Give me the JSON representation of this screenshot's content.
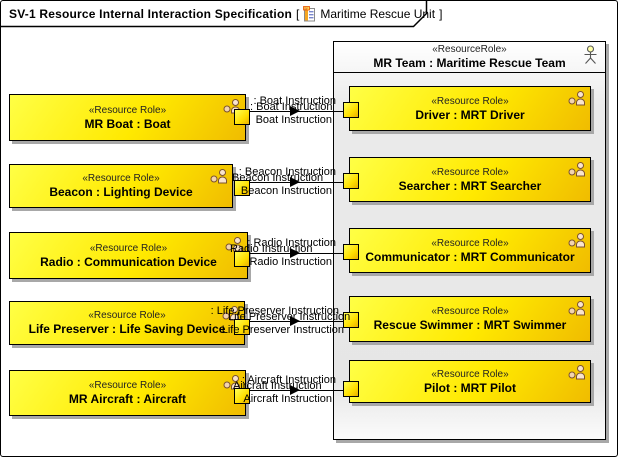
{
  "title": {
    "bold": "SV-1 Resource Internal Interaction Specification",
    "bracket_open": "[",
    "context": "Maritime Rescue Unit",
    "bracket_close": "]"
  },
  "container": {
    "stereotype": "«ResourceRole»",
    "name": "MR Team : Maritime Rescue Team"
  },
  "left_nodes": [
    {
      "stereotype": "«Resource Role»",
      "name": "MR Boat : Boat"
    },
    {
      "stereotype": "«Resource Role»",
      "name": "Beacon : Lighting Device"
    },
    {
      "stereotype": "«Resource Role»",
      "name": "Radio : Communication Device"
    },
    {
      "stereotype": "«Resource Role»",
      "name": "Life Preserver : Life Saving Device"
    },
    {
      "stereotype": "«Resource Role»",
      "name": "MR Aircraft : Aircraft"
    }
  ],
  "right_nodes": [
    {
      "stereotype": "«Resource Role»",
      "name": "Driver : MRT Driver"
    },
    {
      "stereotype": "«Resource Role»",
      "name": "Searcher : MRT Searcher"
    },
    {
      "stereotype": "«Resource Role»",
      "name": "Communicator : MRT Communicator"
    },
    {
      "stereotype": "«Resource Role»",
      "name": "Rescue Swimmer : MRT Swimmer"
    },
    {
      "stereotype": "«Resource Role»",
      "name": "Pilot : MRT Pilot"
    }
  ],
  "connectors": [
    {
      "label_top": ": Boat Instruction",
      "label_mid": ": Boat Instruction",
      "label_bottom": "Boat Instruction"
    },
    {
      "label_top": ": Beacon Instruction",
      "label_mid": "Beacon Instruction",
      "label_bottom": "Beacon Instruction"
    },
    {
      "label_top": ": Radio Instruction",
      "label_mid": "Radio Instruction",
      "label_bottom": "Radio Instruction"
    },
    {
      "label_top": ": Life Preserver Instruction",
      "label_mid": "Life Preserver Instruction",
      "label_bottom": "Life Preserver Instruction"
    },
    {
      "label_top": ": Aircraft Instruction",
      "label_mid": "Aircraft Instruction",
      "label_bottom": "Aircraft Instruction"
    }
  ],
  "icons": {
    "title_icon": "sv-diagram-icon",
    "container_icon": "actor-icon",
    "node_icon": "resource-role-person-icon"
  },
  "colors": {
    "node_yellow": "#ffff45",
    "node_gold": "#f0bc00",
    "shadow_gray": "#a8a8a8",
    "border": "#000000",
    "container_fill": "#e6e6e6"
  }
}
